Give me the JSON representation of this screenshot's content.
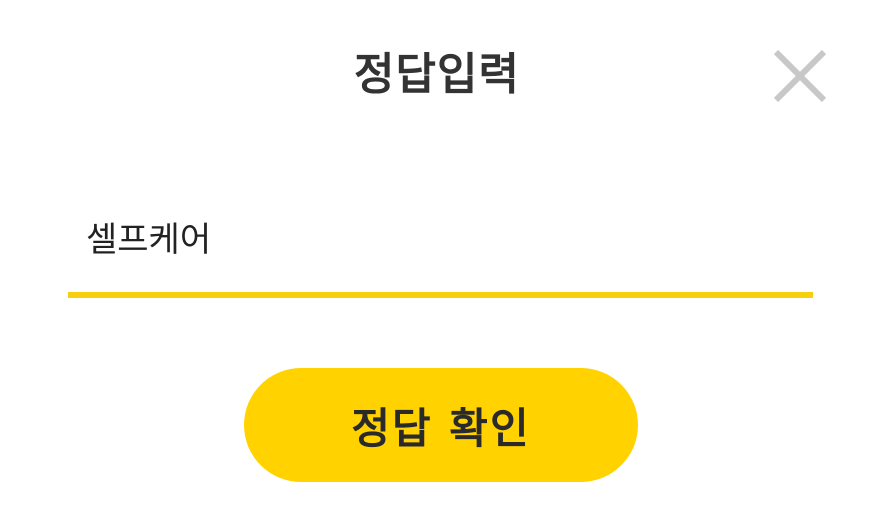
{
  "dialog": {
    "title": "정답입력",
    "close_icon": "close-x-icon",
    "answer_input": {
      "value": "셀프케어",
      "placeholder": ""
    },
    "confirm_button_label": "정답 확인"
  },
  "colors": {
    "accent": "#ffd200",
    "underline": "#f8cf0f",
    "title_text": "#333333",
    "close_icon": "#c8c8c8"
  }
}
